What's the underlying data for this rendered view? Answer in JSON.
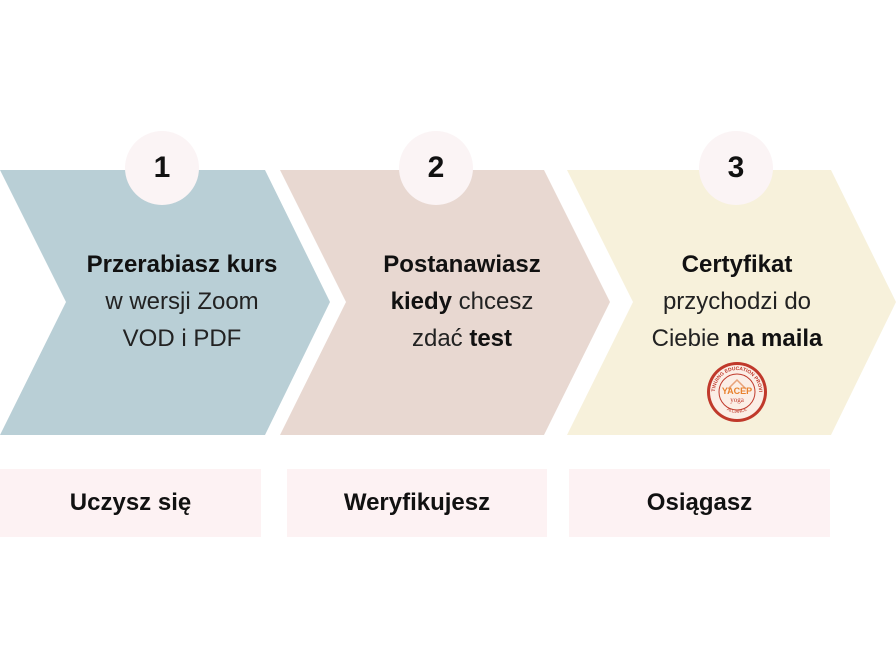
{
  "colors": {
    "arrow_1": "#b9cfd6",
    "arrow_2": "#e8d8d1",
    "arrow_3": "#f7f1db",
    "badge_bg": "#fbf4f5",
    "label_bg": "#fdf2f3",
    "seal_red": "#c0392b"
  },
  "steps": [
    {
      "number": "1",
      "line1_bold": "Przerabiasz kurs",
      "line2": "w wersji Zoom",
      "line3": "VOD i PDF",
      "label": "Uczysz się"
    },
    {
      "number": "2",
      "line1_bold": "Postanawiasz",
      "line2_bold": "kiedy",
      "line2_rest": " chcesz",
      "line3_pre": "zdać ",
      "line3_bold": "test",
      "label": "Weryfikujesz"
    },
    {
      "number": "3",
      "line1_bold": "Certyfikat",
      "line2": "przychodzi do",
      "line3_pre": "Ciebie ",
      "line3_bold": "na maila",
      "label": "Osiągasz"
    }
  ],
  "seal": {
    "center_text": "YACEP",
    "sub_text": "yoga",
    "ring_top": "CONTINUING EDUCATION PROVIDER",
    "ring_bottom": "ALLIANCE"
  }
}
